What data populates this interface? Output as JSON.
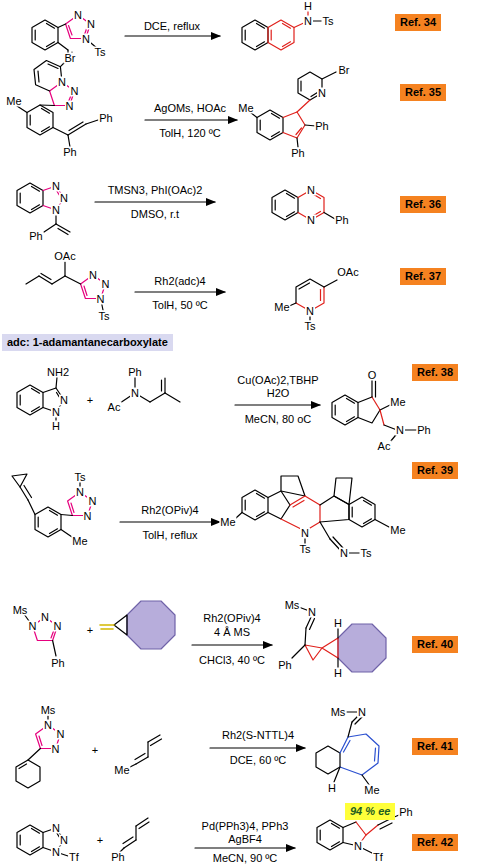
{
  "diagram": {
    "nodes": [
      {
        "text": [
          "Ref. 34"
        ]
      },
      {
        "text": [
          "Ref. 35"
        ]
      },
      {
        "text": [
          "Ref. 36"
        ]
      },
      {
        "text": [
          "Ref. 37"
        ]
      },
      {
        "text": [
          "adc: 1-adamantanecarboxylate"
        ]
      },
      {
        "text": [
          "Ref. 38"
        ]
      },
      {
        "text": [
          "Ref. 39"
        ]
      },
      {
        "text": [
          "Ref. 40"
        ]
      },
      {
        "text": [
          "Ref. 41"
        ]
      },
      {
        "text": [
          "94 % ee"
        ]
      },
      {
        "text": [
          "Ref. 42"
        ]
      }
    ],
    "labels": [
      "N",
      "N",
      "N",
      "Ts",
      "DCE, reflux",
      "H",
      "N",
      "Ts",
      "Me",
      "Br",
      "N",
      "N",
      "N",
      "Ph",
      "Ph",
      "AgOMs, HOAc",
      "TolH, 120 ºC",
      "Me",
      "Br",
      "N",
      "Ph",
      "Ph",
      "N",
      "N",
      "N",
      "Ph",
      "TMSN3, PhI(OAc)2",
      "DMSO, r.t",
      "N",
      "N",
      "Ph",
      "OAc",
      "N",
      "N",
      "N",
      "Ts",
      "Rh2(adc)4",
      "TolH, 50 ºC",
      "OAc",
      "Me",
      "N",
      "Ts",
      "NH2",
      "N",
      "N",
      "H",
      "+",
      "Ph",
      "N",
      "Ac",
      "Cu(OAc)2,TBHP",
      "H2O",
      "MeCN, 80 oC",
      "O",
      "Me",
      "N",
      "Ph",
      "Ac",
      "Ts",
      "N",
      "N",
      "N",
      "Me",
      "Rh2(OPiv)4",
      "TolH, reflux",
      "Me",
      "N",
      "Ts",
      "N",
      "Ts",
      "Me",
      "Ms",
      "N",
      "N",
      "N",
      "Ph",
      "+",
      "Rh2(OPiv)4",
      "4 Å MS",
      "CHCl3, 40 ºC",
      "Ms",
      "N",
      "Ph",
      "H",
      "H",
      "Ms",
      "N",
      "N",
      "N",
      "+",
      "Me",
      "Rh2(S-NTTL)4",
      "DCE, 60 ºC",
      "Ms",
      "N",
      "H",
      "Me",
      "N",
      "N",
      "N",
      "Tf",
      "+",
      "Ph",
      "Pd(PPh3)4, PPh3",
      "AgBF4",
      "MeCN, 90 ºC",
      "N",
      "Tf",
      "Ph"
    ]
  }
}
